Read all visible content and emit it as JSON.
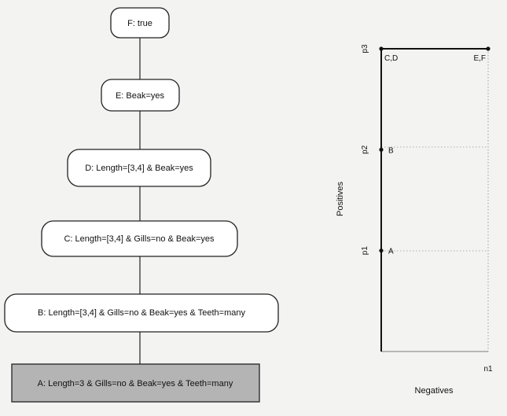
{
  "tree": {
    "nodes": [
      {
        "id": "F",
        "label": "F: true"
      },
      {
        "id": "E",
        "label": "E: Beak=yes"
      },
      {
        "id": "D",
        "label": "D: Length=[3,4] & Beak=yes"
      },
      {
        "id": "C",
        "label": "C: Length=[3,4] & Gills=no & Beak=yes"
      },
      {
        "id": "B",
        "label": "B: Length=[3,4] & Gills=no & Beak=yes & Teeth=many"
      },
      {
        "id": "A",
        "label": "A: Length=3 & Gills=no & Beak=yes & Teeth=many"
      }
    ],
    "highlighted_node": "A"
  },
  "chart_data": {
    "type": "line",
    "xlabel": "Negatives",
    "ylabel": "Positives",
    "x_ticks": [
      "n1"
    ],
    "y_ticks": [
      "p1",
      "p2",
      "p3"
    ],
    "xlim": [
      0,
      1
    ],
    "ylim": [
      0,
      3
    ],
    "series": [
      {
        "values": [
          {
            "x": 0,
            "y": 0
          },
          {
            "x": 0,
            "y": 1
          },
          {
            "x": 0,
            "y": 2
          },
          {
            "x": 0,
            "y": 3
          },
          {
            "x": 1,
            "y": 3
          }
        ]
      }
    ],
    "points": [
      {
        "label": "A",
        "x": 0,
        "y": 1
      },
      {
        "label": "B",
        "x": 0,
        "y": 2
      },
      {
        "label": "C,D",
        "x": 0,
        "y": 3
      },
      {
        "label": "E,F",
        "x": 1,
        "y": 3
      }
    ],
    "grid": "dotted guides to x=1 and y at each point"
  }
}
